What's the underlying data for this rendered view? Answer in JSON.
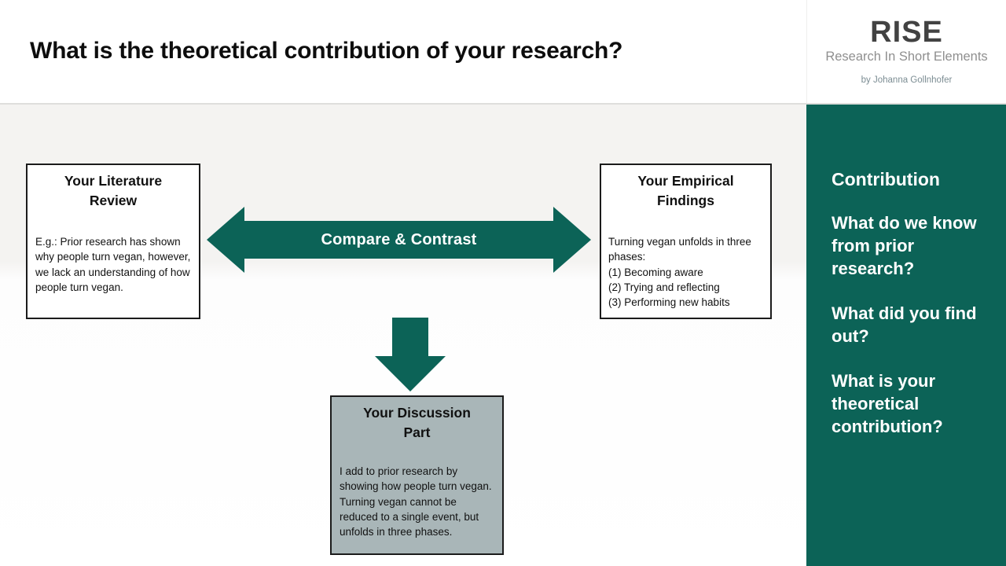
{
  "header": {
    "title": "What is the theoretical contribution of your research?",
    "logo": {
      "name": "RISE",
      "subtitle": "Research In Short Elements",
      "byline": "by Johanna Gollnhofer"
    }
  },
  "diagram": {
    "literature_box": {
      "title": "Your Literature Review",
      "body": "E.g.: Prior research has shown why people turn vegan, however, we lack an understanding of how people turn vegan."
    },
    "empirical_box": {
      "title": "Your Empirical Findings",
      "body_lines": [
        "Turning vegan unfolds in three phases:",
        "(1) Becoming aware",
        "(2) Trying and reflecting",
        "(3) Performing new habits"
      ]
    },
    "discussion_box": {
      "title": "Your Discussion Part",
      "body": "I add to prior research by showing how people turn vegan. Turning vegan cannot be reduced to a single event, but unfolds in three phases."
    },
    "compare_arrow_label": "Compare & Contrast"
  },
  "sidebar": {
    "heading": "Contribution",
    "questions": [
      "What do we know from prior research?",
      "What did you find out?",
      "What is your theoretical contribution?"
    ]
  },
  "colors": {
    "accent_teal": "#0c6357",
    "discussion_fill": "#a9b6b8",
    "box_border": "#1b1b1b",
    "title_text": "#0d0d0d",
    "logo_text": "#424242",
    "logo_subtitle_text": "#8f8f8f",
    "logo_byline_text": "#7c8d93",
    "sidebar_text": "#ffffff"
  }
}
